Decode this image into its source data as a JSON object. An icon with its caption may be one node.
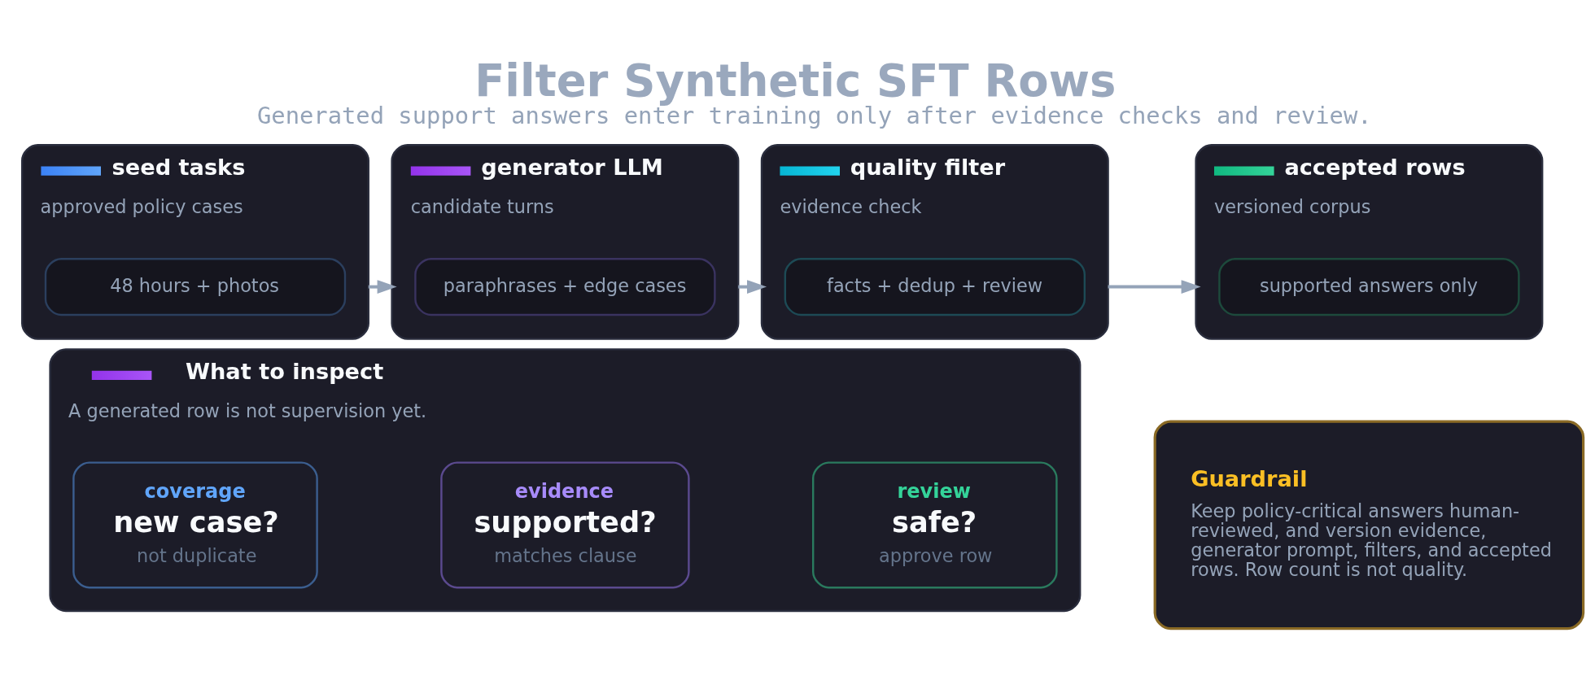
{
  "diagram": {
    "title": "Filter Synthetic SFT Rows",
    "caption": "Generated support answers enter training only after evidence checks and review.",
    "nodes": [
      {
        "text": [
          "seed tasks",
          "approved policy cases"
        ]
      },
      {
        "text": [
          "48 hours + photos"
        ],
        "in": 0
      },
      {
        "text": [
          "generator LLM",
          "candidate turns"
        ]
      },
      {
        "text": [
          "paraphrases + edge cases"
        ],
        "in": 2
      },
      {
        "text": [
          "quality filter",
          "evidence check"
        ]
      },
      {
        "text": [
          "facts + dedup + review"
        ],
        "in": 4
      },
      {
        "text": [
          "accepted rows",
          "versioned corpus"
        ]
      },
      {
        "text": [
          "supported answers only"
        ],
        "in": 6
      },
      {
        "text": [
          "What to inspect",
          "A generated row is not supervision yet."
        ]
      },
      {
        "text": [
          "coverage",
          "new case?",
          "not duplicate"
        ],
        "in": 8
      },
      {
        "text": [
          "evidence",
          "supported?",
          "matches clause"
        ],
        "in": 8
      },
      {
        "text": [
          "review",
          "safe?",
          "approve row"
        ],
        "in": 8
      },
      {
        "text": [
          "Guardrail",
          "Keep policy-critical answers human-reviewed, and version evidence, generator prompt, filters, and accepted rows. Row count is not quality."
        ]
      }
    ],
    "edges": [
      {
        "from": 0,
        "to": 2,
        "arrow": "to"
      },
      {
        "from": 2,
        "to": 4,
        "arrow": "to"
      },
      {
        "from": 4,
        "to": 6,
        "arrow": "to"
      }
    ]
  }
}
